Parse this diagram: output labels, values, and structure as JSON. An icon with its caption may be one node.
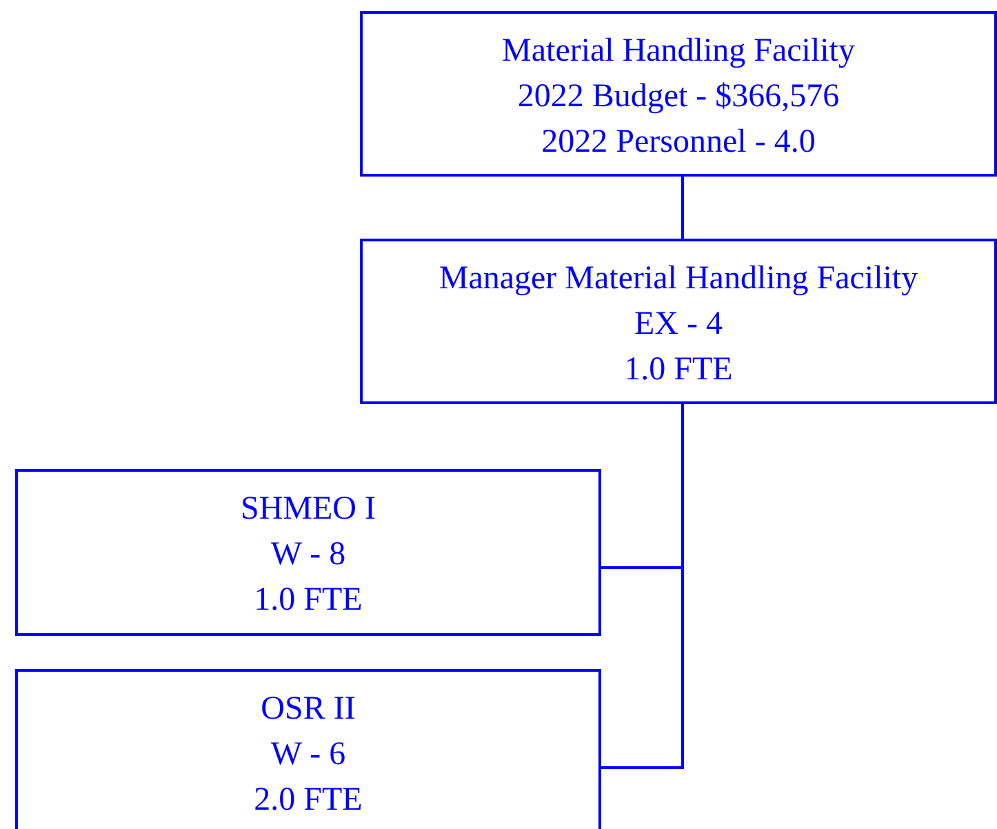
{
  "diagram": {
    "nodes": [
      {
        "text": [
          "Material Handling Facility",
          "2022 Budget - $366,576",
          "2022 Personnel - 4.0"
        ]
      },
      {
        "text": [
          "Manager Material Handling Facility",
          "EX - 4",
          "1.0 FTE"
        ]
      },
      {
        "text": [
          "SHMEO I",
          "W - 8",
          "1.0 FTE"
        ]
      },
      {
        "text": [
          "OSR II",
          "W - 6",
          "2.0 FTE"
        ]
      }
    ],
    "edges": [
      {
        "from": 0,
        "to": 1,
        "arrow": "none"
      },
      {
        "from": 1,
        "to": 2,
        "arrow": "none"
      },
      {
        "from": 1,
        "to": 3,
        "arrow": "none"
      }
    ]
  }
}
